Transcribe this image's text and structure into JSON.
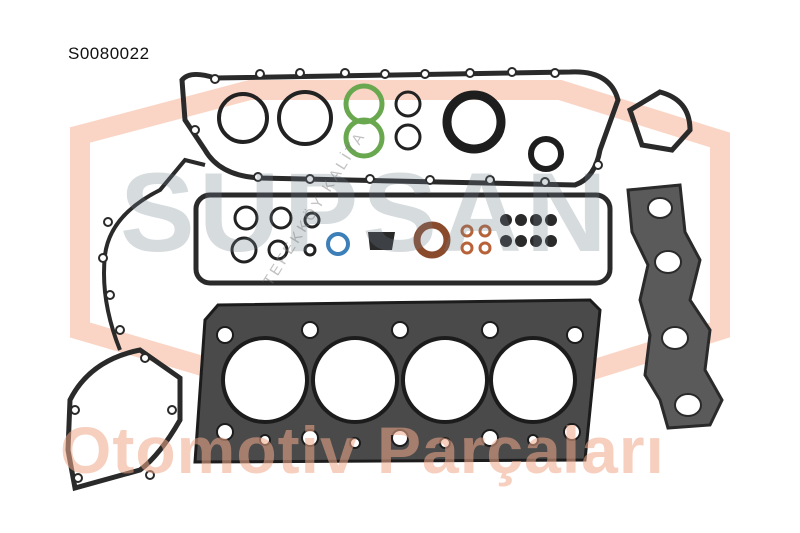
{
  "product": {
    "code": "S0080022"
  },
  "watermark": {
    "brand": "SUPSAN",
    "tagline": "TEFEKKÖY KALİTA",
    "subtitle": "Otomotiv Parçaları",
    "brand_color": "#f4a27f"
  },
  "parts": [
    {
      "name": "valve-cover-gasket"
    },
    {
      "name": "head-gasket"
    },
    {
      "name": "exhaust-manifold-gasket"
    },
    {
      "name": "timing-cover-gasket"
    },
    {
      "name": "water-pump-gasket"
    },
    {
      "name": "o-ring-set"
    },
    {
      "name": "valve-stem-seals"
    },
    {
      "name": "crankshaft-seals"
    }
  ]
}
